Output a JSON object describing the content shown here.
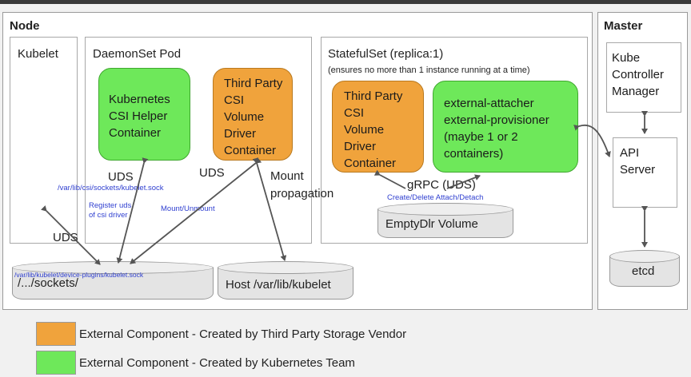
{
  "node": {
    "title": "Node",
    "kubelet": "Kubelet",
    "daemonset": {
      "title": "DaemonSet Pod",
      "helper": [
        "Kubernetes",
        "CSI Helper",
        "Container"
      ],
      "driver": [
        "Third Party",
        "CSI",
        "Volume",
        "Driver",
        "Container"
      ]
    },
    "statefulset": {
      "title": "StatefulSet (replica:1)",
      "note": "(ensures no more than 1 instance running at a time)",
      "driver": [
        "Third Party",
        "CSI",
        "Volume",
        "Driver",
        "Container"
      ],
      "attacher": [
        "external-attacher",
        "external-provisioner",
        "(maybe 1 or 2",
        "containers)"
      ]
    },
    "labels": {
      "uds_helper": "UDS",
      "uds_driver": "UDS",
      "uds_kubelet": "UDS",
      "mount_prop": [
        "Mount",
        "propagation"
      ],
      "grpc": "gRPC (UDS)",
      "kubelet_sock": "/var/lib/csi/sockets/kubelet.sock",
      "register": [
        "Register uds",
        "of csi driver"
      ],
      "mount_unmount": "Mount/Unmount",
      "create_delete": "Create/Delete Attach/Detach",
      "plugins_sock": "/var/lib/kubelet/device-plugins/kubelet.sock"
    },
    "sockets": "/.../sockets/",
    "host": "Host /var/lib/kubelet",
    "emptydir": "EmptyDlr Volume"
  },
  "master": {
    "title": "Master",
    "controller": [
      "Kube",
      "Controller",
      "Manager"
    ],
    "api": [
      "API",
      "Server"
    ],
    "etcd": "etcd"
  },
  "legend": {
    "items": [
      {
        "label": "External Component - Created by Third Party Storage Vendor",
        "color": "#f0a33c"
      },
      {
        "label": "External Component - Created by Kubernetes Team",
        "color": "#6ee85a"
      }
    ]
  },
  "colors": {
    "vendor": "#f0a33c",
    "kubernetes": "#6ee85a",
    "annotation": "#2f3fd0"
  }
}
